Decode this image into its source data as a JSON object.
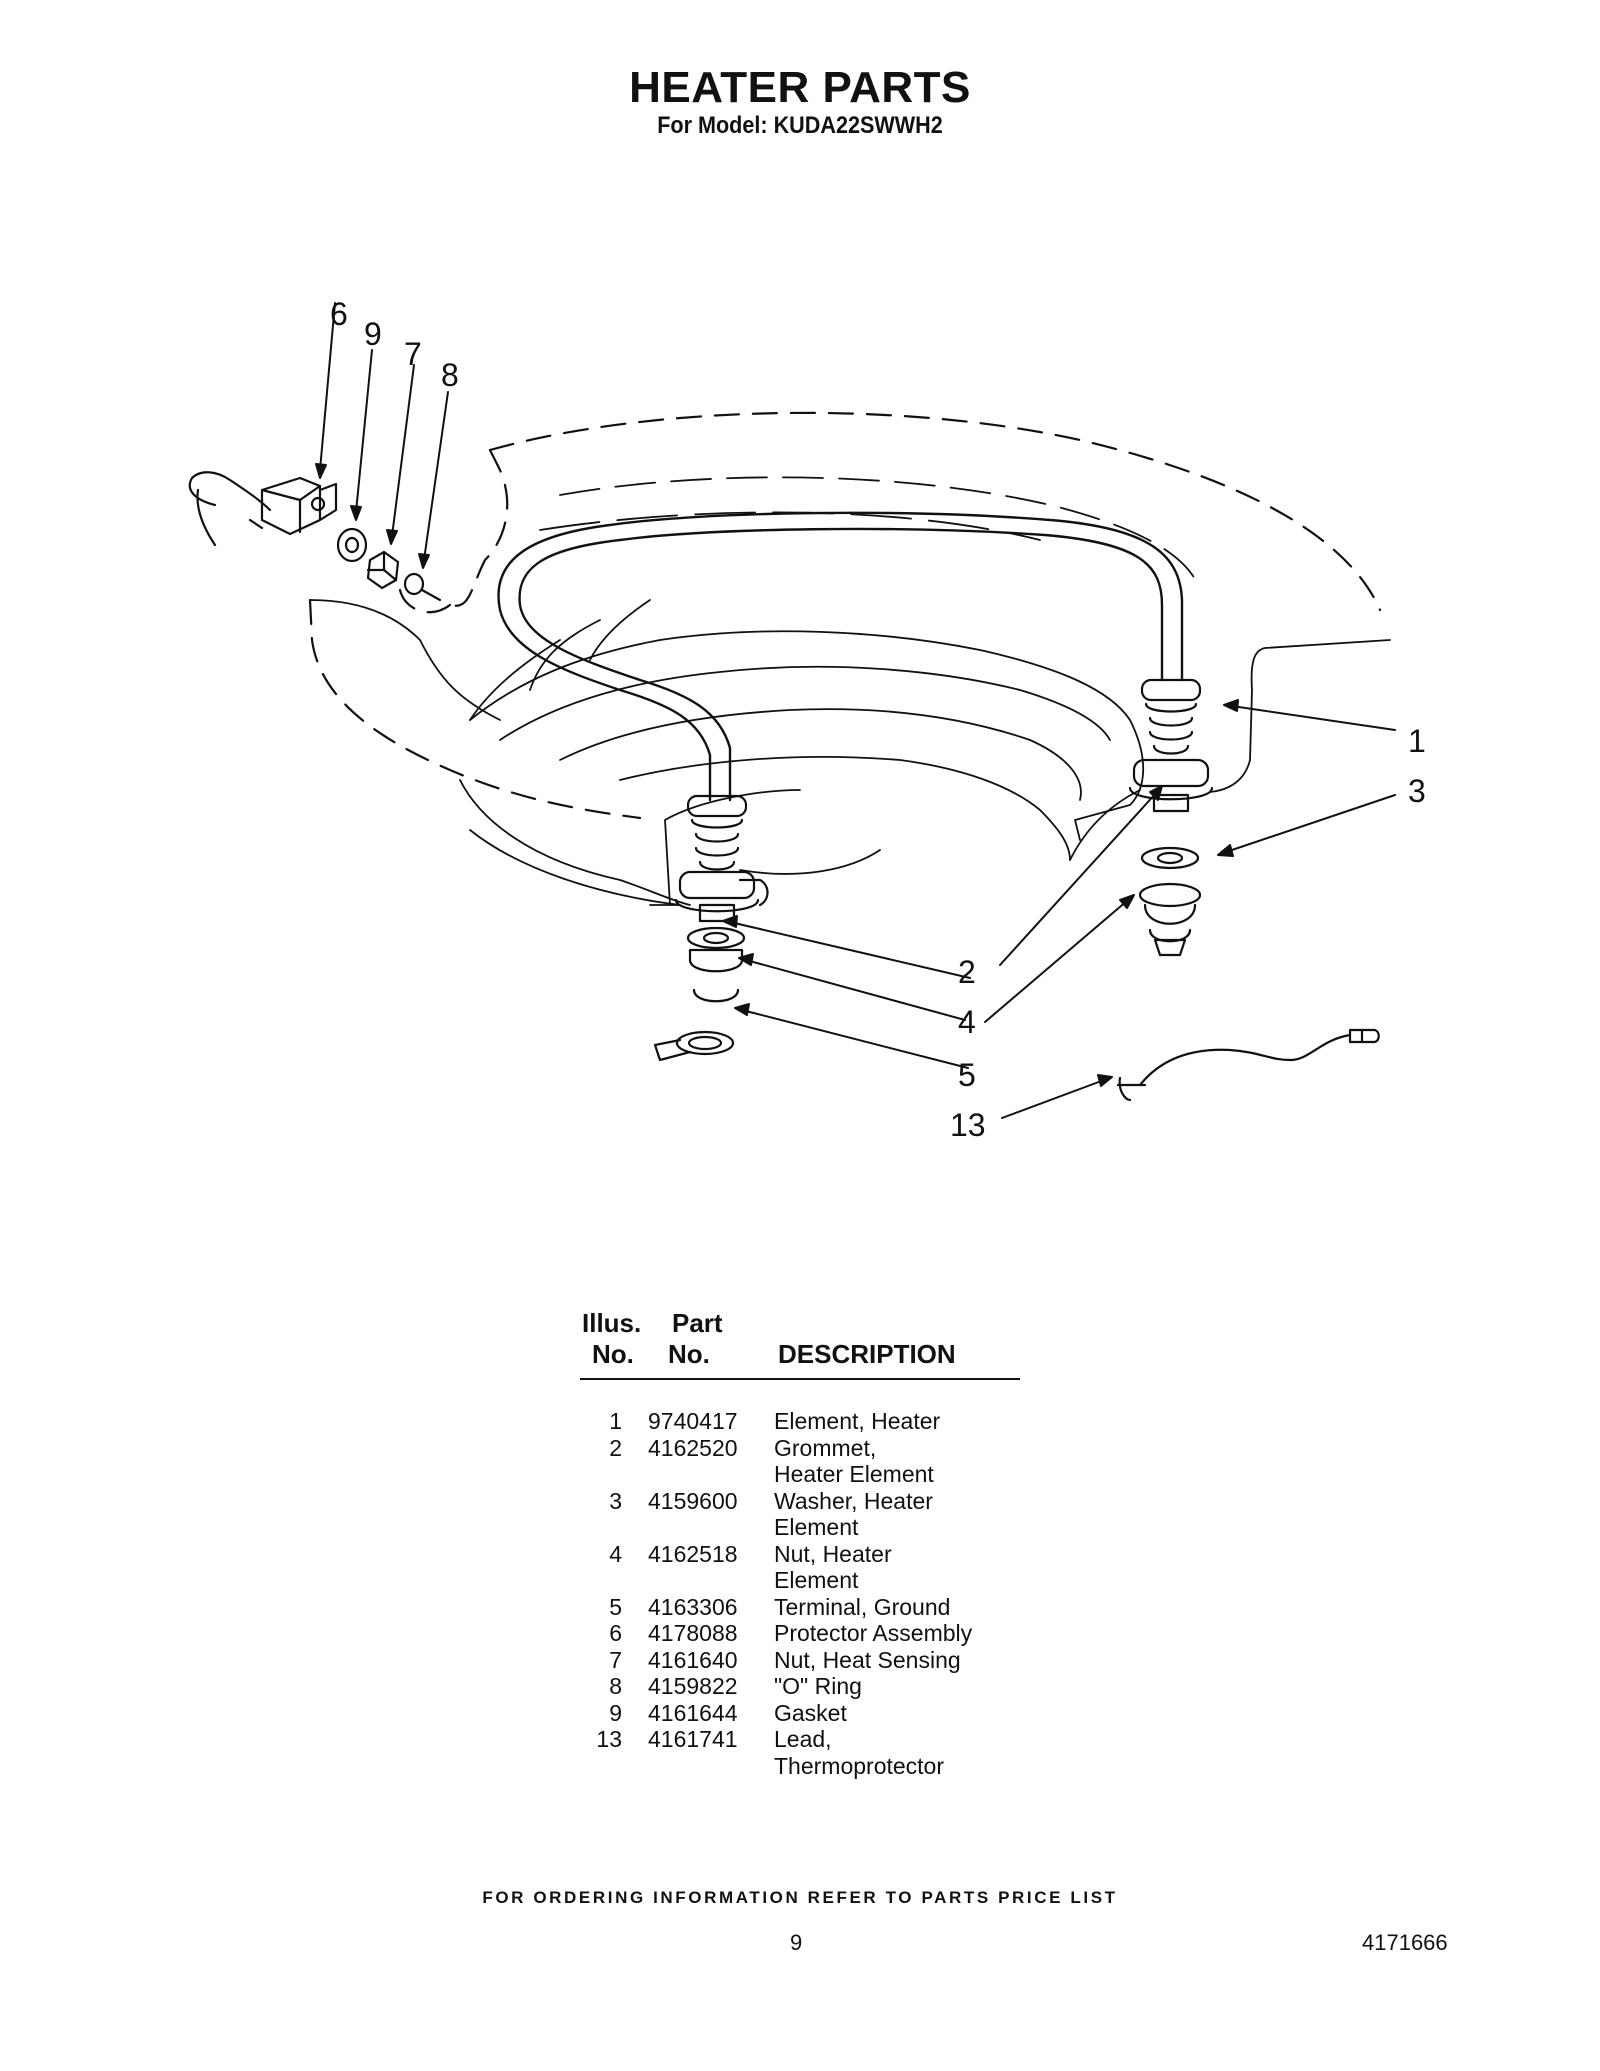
{
  "header": {
    "title": "HEATER PARTS",
    "subtitle": "For Model: KUDA22SWWH2"
  },
  "diagram": {
    "callouts": [
      "6",
      "9",
      "7",
      "8",
      "1",
      "3",
      "2",
      "4",
      "5",
      "13"
    ]
  },
  "table": {
    "headers": {
      "illus_line1": "Illus.",
      "illus_line2": "No.",
      "part_line1": "Part",
      "part_line2": "No.",
      "description": "DESCRIPTION"
    },
    "rows": [
      {
        "no": "1",
        "part": "9740417",
        "desc": [
          "Element, Heater"
        ]
      },
      {
        "no": "2",
        "part": "4162520",
        "desc": [
          "Grommet,",
          "Heater Element"
        ]
      },
      {
        "no": "3",
        "part": "4159600",
        "desc": [
          "Washer, Heater",
          "Element"
        ]
      },
      {
        "no": "4",
        "part": "4162518",
        "desc": [
          "Nut, Heater",
          "Element"
        ]
      },
      {
        "no": "5",
        "part": "4163306",
        "desc": [
          "Terminal, Ground"
        ]
      },
      {
        "no": "6",
        "part": "4178088",
        "desc": [
          "Protector Assembly"
        ]
      },
      {
        "no": "7",
        "part": "4161640",
        "desc": [
          "Nut, Heat Sensing"
        ]
      },
      {
        "no": "8",
        "part": "4159822",
        "desc": [
          "\"O\" Ring"
        ]
      },
      {
        "no": "9",
        "part": "4161644",
        "desc": [
          "Gasket"
        ]
      },
      {
        "no": "13",
        "part": "4161741",
        "desc": [
          "Lead,",
          "Thermoprotector"
        ]
      }
    ]
  },
  "footer": {
    "ordering_note": "FOR ORDERING INFORMATION REFER TO PARTS PRICE LIST",
    "page_number": "9",
    "document_number": "4171666"
  }
}
